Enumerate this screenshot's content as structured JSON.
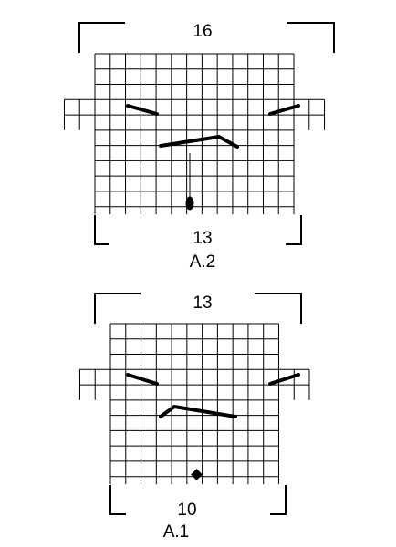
{
  "charts": [
    {
      "name": "A.2",
      "top_stitch_count": "16",
      "bottom_stitch_count": "13",
      "caption": "A.2",
      "mark_symbol": "oval-icon"
    },
    {
      "name": "A.1",
      "top_stitch_count": "13",
      "bottom_stitch_count": "10",
      "caption": "A.1",
      "mark_symbol": "diamond-icon"
    }
  ],
  "colors": {
    "ink": "#000000",
    "background": "#ffffff"
  }
}
